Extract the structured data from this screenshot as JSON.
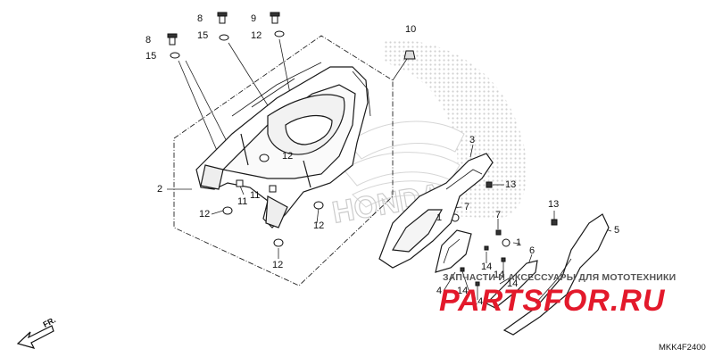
{
  "diagram": {
    "part_code": "MKK4F2400",
    "front_label": "FR.",
    "watermark": {
      "tagline": "ЗАПЧАСТИ И АКСЕССУАРЫ ДЛЯ МОТОТЕХНИКИ",
      "brand": "PARTSFOR.RU"
    },
    "logo_text": "HONDA",
    "callouts": [
      "8",
      "9",
      "15",
      "12",
      "8",
      "15",
      "10",
      "2",
      "12",
      "11",
      "11",
      "12",
      "12",
      "12",
      "3",
      "13",
      "7",
      "1",
      "13",
      "7",
      "1",
      "5",
      "6",
      "14",
      "14",
      "14",
      "4",
      "14",
      "14"
    ]
  }
}
